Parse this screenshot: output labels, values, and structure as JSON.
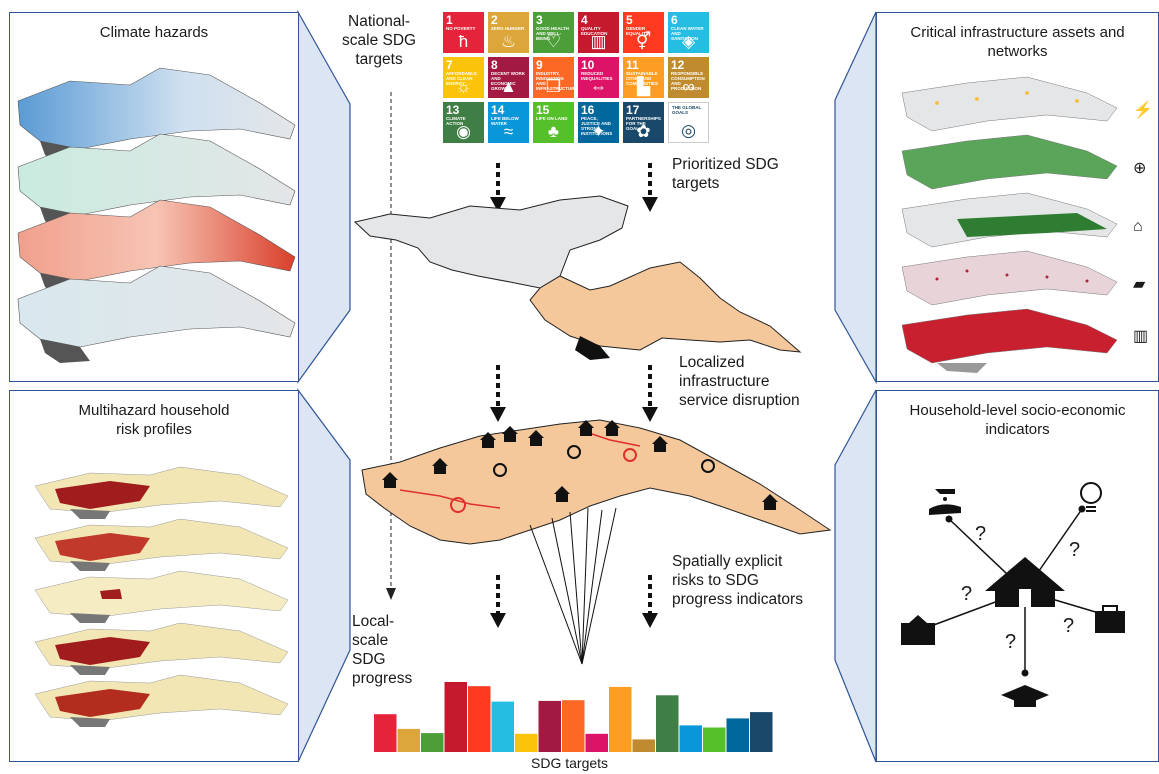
{
  "panels": {
    "climate_hazards": "Climate hazards",
    "critical_infrastructure": "Critical infrastructure assets and networks",
    "multihazard": "Multihazard household risk profiles",
    "household_indicators": "Household-level socio-economic indicators"
  },
  "labels": {
    "national_scale": "National-\nscale SDG\ntargets",
    "prioritized": "Prioritized SDG\ntargets",
    "localized": "Localized\ninfrastructure\nservice disruption",
    "spatially": "Spatially explicit\nrisks to SDG\nprogress indicators",
    "local_scale": "Local-\nscale\nSDG\nprogress",
    "sdg_targets_axis": "SDG targets",
    "question_mark": "?"
  },
  "sdg_tiles": [
    {
      "num": "1",
      "text": "NO POVERTY",
      "color": "#e5243b",
      "icon": "ħ"
    },
    {
      "num": "2",
      "text": "ZERO HUNGER",
      "color": "#dda63a",
      "icon": "♨"
    },
    {
      "num": "3",
      "text": "GOOD HEALTH AND WELL-BEING",
      "color": "#4c9f38",
      "icon": "♡"
    },
    {
      "num": "4",
      "text": "QUALITY EDUCATION",
      "color": "#c5192d",
      "icon": "▥"
    },
    {
      "num": "5",
      "text": "GENDER EQUALITY",
      "color": "#ff3a21",
      "icon": "⚥"
    },
    {
      "num": "6",
      "text": "CLEAN WATER AND SANITATION",
      "color": "#26bde2",
      "icon": "◈"
    },
    {
      "num": "7",
      "text": "AFFORDABLE AND CLEAN ENERGY",
      "color": "#fcc30b",
      "icon": "☼"
    },
    {
      "num": "8",
      "text": "DECENT WORK AND ECONOMIC GROWTH",
      "color": "#a21942",
      "icon": "▲"
    },
    {
      "num": "9",
      "text": "INDUSTRY, INNOVATION AND INFRASTRUCTURE",
      "color": "#fd6925",
      "icon": "❒"
    },
    {
      "num": "10",
      "text": "REDUCED INEQUALITIES",
      "color": "#dd1367",
      "icon": "⇔"
    },
    {
      "num": "11",
      "text": "SUSTAINABLE CITIES AND COMMUNITIES",
      "color": "#fd9d24",
      "icon": "▙"
    },
    {
      "num": "12",
      "text": "RESPONSIBLE CONSUMPTION AND PRODUCTION",
      "color": "#bf8b2e",
      "icon": "∞"
    },
    {
      "num": "13",
      "text": "CLIMATE ACTION",
      "color": "#3f7e44",
      "icon": "◉"
    },
    {
      "num": "14",
      "text": "LIFE BELOW WATER",
      "color": "#0a97d9",
      "icon": "≈"
    },
    {
      "num": "15",
      "text": "LIFE ON LAND",
      "color": "#56c02b",
      "icon": "♣"
    },
    {
      "num": "16",
      "text": "PEACE, JUSTICE AND STRONG INSTITUTIONS",
      "color": "#00689d",
      "icon": "✦"
    },
    {
      "num": "17",
      "text": "PARTNERSHIPS FOR THE GOALS",
      "color": "#19486a",
      "icon": "✿"
    },
    {
      "num": "",
      "text": "THE GLOBAL GOALS",
      "color": "#ffffff",
      "icon": "◎"
    }
  ],
  "sdg_bars": {
    "values": [
      0.54,
      0.33,
      0.27,
      1.0,
      0.94,
      0.72,
      0.26,
      0.73,
      0.74,
      0.26,
      0.93,
      0.18,
      0.81,
      0.38,
      0.35,
      0.48,
      0.57
    ],
    "colors": [
      "#e5243b",
      "#dda63a",
      "#4c9f38",
      "#c5192d",
      "#ff3a21",
      "#26bde2",
      "#fcc30b",
      "#a21942",
      "#fd6925",
      "#dd1367",
      "#fd9d24",
      "#bf8b2e",
      "#3f7e44",
      "#0a97d9",
      "#56c02b",
      "#00689d",
      "#19486a"
    ]
  },
  "colors": {
    "panel_border": "#2f5597",
    "wedge_fill": "#dbe5f3",
    "map_grey": "#e4e6e8",
    "map_peach": "#f5c89c",
    "map_river": "#333333"
  },
  "icons": {
    "hh_water": "hand-water-icon",
    "hh_light": "light-bulb-icon",
    "hh_school": "school-icon",
    "hh_work": "briefcase-icon",
    "hh_grad": "graduation-cap-icon",
    "hh_house": "house-icon",
    "infra_power": "power-pylon-icon",
    "infra_health": "health-icon",
    "infra_shelter": "shelter-icon",
    "infra_work": "briefcase-icon",
    "infra_school": "school-icon"
  }
}
